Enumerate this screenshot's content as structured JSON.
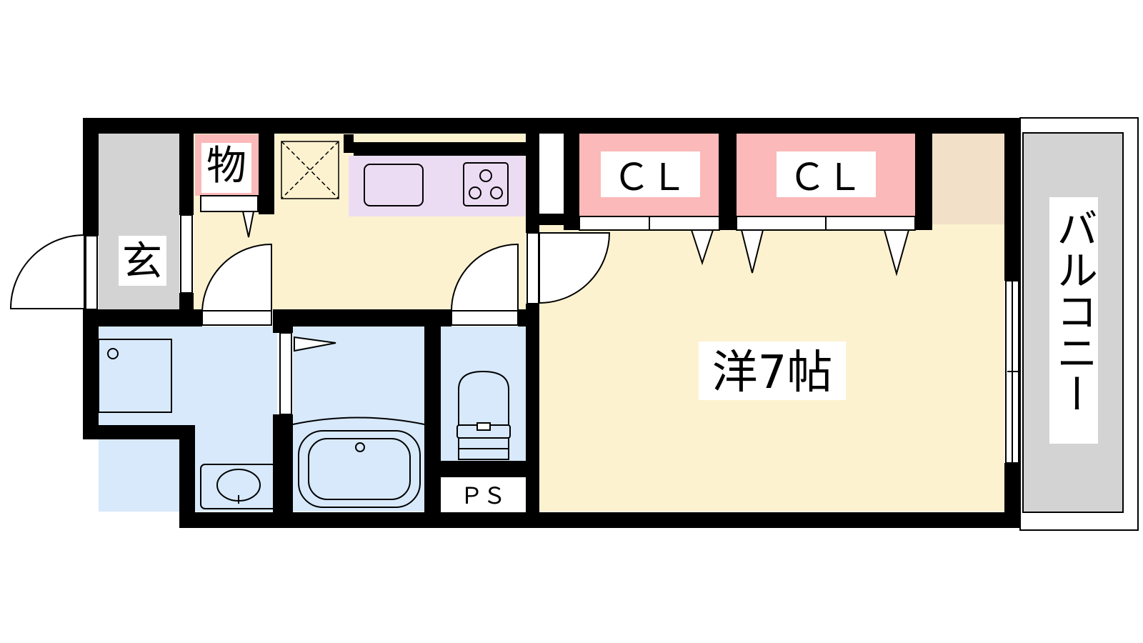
{
  "labels": {
    "storage": "物",
    "entrance": "玄",
    "closet_1": "ＣＬ",
    "closet_2": "ＣＬ",
    "western_room": "洋7帖",
    "pipe_space": "ＰＳ",
    "balcony": "バルコニー"
  },
  "colors": {
    "wall": "#000000",
    "entrance": "#d3d3d3",
    "kitchen": "#fdf2d0",
    "counter": "#ecdcf3",
    "storage": "#fbb9b9",
    "closet": "#fbb9b9",
    "closet_side": "#f2e0c8",
    "room": "#fdf2d0",
    "wet_area": "#d7e9fb",
    "balcony": "#d3d3d3"
  }
}
